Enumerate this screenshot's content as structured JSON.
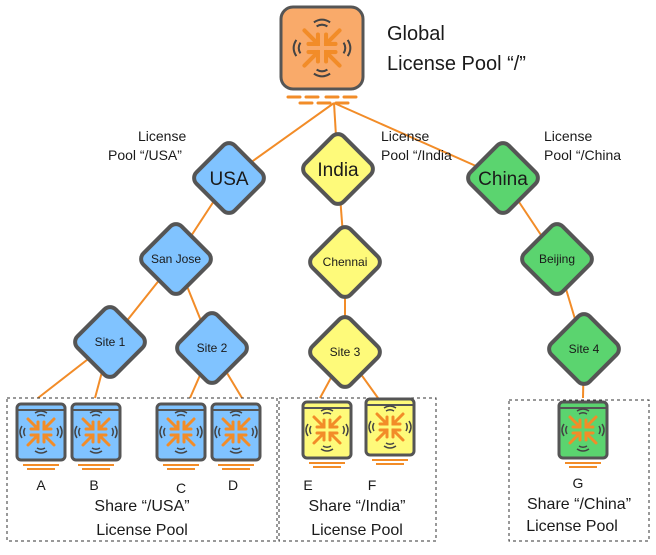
{
  "global": {
    "line1": "Global",
    "line2": "License Pool “/”"
  },
  "pool_labels": {
    "usa": {
      "line1": "License",
      "line2": "Pool “/USA”"
    },
    "india": {
      "line1": "License",
      "line2": "Pool “/India"
    },
    "china": {
      "line1": "License",
      "line2": "Pool “/China"
    }
  },
  "nodes": {
    "usa": "USA",
    "india": "India",
    "china": "China",
    "san_jose": "San Jose",
    "chennai": "Chennai",
    "beijing": "Beijing",
    "site1": "Site 1",
    "site2": "Site 2",
    "site3": "Site 3",
    "site4": "Site 4"
  },
  "aps": {
    "a": "A",
    "b": "B",
    "c": "C",
    "d": "D",
    "e": "E",
    "f": "F",
    "g": "G"
  },
  "share": {
    "usa": {
      "line1": "Share “/USA”",
      "line2": "License Pool"
    },
    "india": {
      "line1": "Share “/India”",
      "line2": "License Pool"
    },
    "china": {
      "line1": "Share “/China”",
      "line2": "License Pool"
    }
  },
  "colors": {
    "line": "#f28c28",
    "border": "#555555",
    "blue": "#80c3ff",
    "yellow": "#fefa7a",
    "green": "#5bd46f",
    "global": "#f9aa6a"
  }
}
